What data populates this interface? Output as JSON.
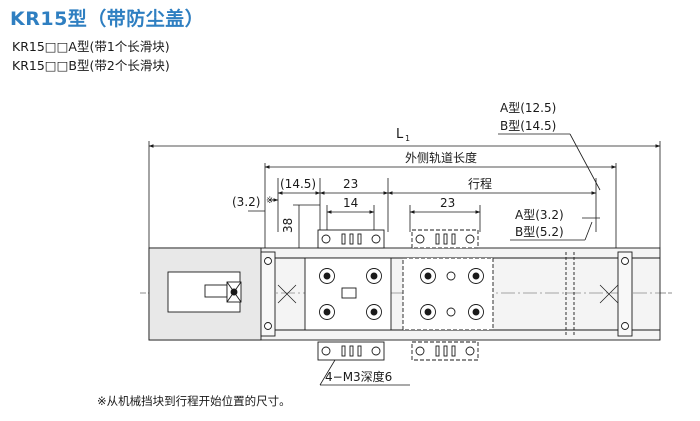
{
  "title": "KR15型（带防尘盖）",
  "variants": [
    "KR15□□A型(带1个长滑块)",
    "KR15□□B型(带2个长滑块)"
  ],
  "dimensions": {
    "a_type_top": "A型(12.5)",
    "b_type_top": "B型(14.5)",
    "overall_length": "L",
    "overall_length_sub": "1",
    "outer_rail_length": "外侧轨道长度",
    "dim_14_5": "(14.5)",
    "dim_23_left": "23",
    "stroke": "行程",
    "dim_3_2_left": "(3.2)",
    "dim_3_2_mark": "※",
    "dim_14": "14",
    "dim_23_right": "23",
    "dim_38": "38",
    "a_type_side": "A型(3.2)",
    "b_type_side": "B型(5.2)",
    "tap_holes": "4−M3深度6"
  },
  "footnote": "※从机械挡块到行程开始位置的尺寸。"
}
